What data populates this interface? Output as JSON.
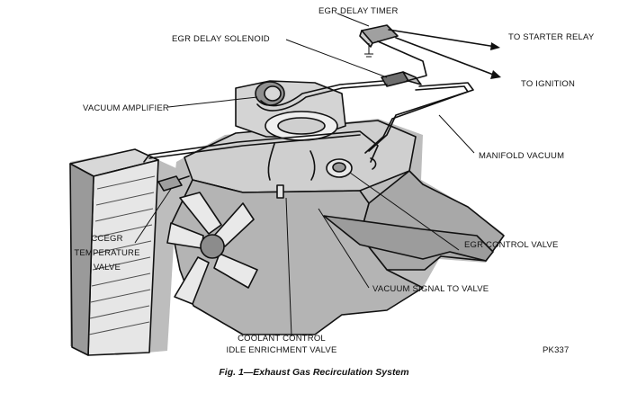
{
  "labels": {
    "egr_delay_timer": "EGR DELAY TIMER",
    "egr_delay_solenoid": "EGR DELAY SOLENOID",
    "to_starter_relay": "TO STARTER RELAY",
    "to_ignition": "TO IGNITION",
    "vacuum_amplifier": "VACUUM AMPLIFIER",
    "manifold_vacuum": "MANIFOLD VACUUM",
    "ccegr_line1": "CCEGR",
    "ccegr_line2": "TEMPERATURE",
    "ccegr_line3": "VALVE",
    "egr_control_valve": "EGR CONTROL VALVE",
    "vacuum_signal": "VACUUM SIGNAL TO VALVE",
    "coolant_line1": "COOLANT CONTROL",
    "coolant_line2": "IDLE ENRICHMENT VALVE",
    "figure_code": "PK337"
  },
  "caption": "Fig. 1—Exhaust Gas Recirculation System"
}
